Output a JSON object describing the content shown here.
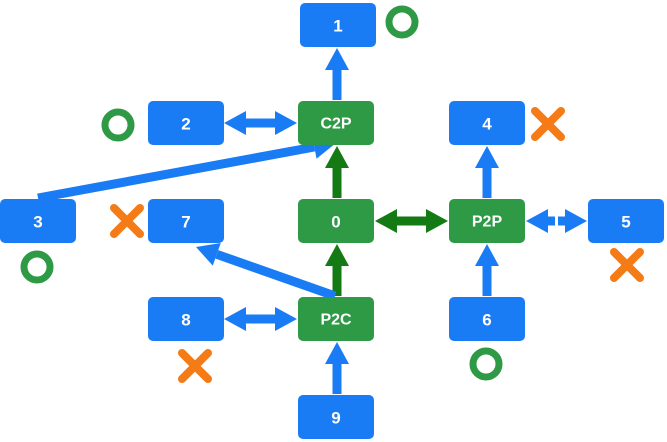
{
  "colors": {
    "blue_node": "#1a7cf5",
    "green_node": "#2e9a46",
    "blue_arrow": "#1a7cf5",
    "green_arrow": "#137a14",
    "accept_marker": "#2e9a46",
    "reject_marker": "#f57b16"
  },
  "nodes": [
    {
      "id": "1",
      "label": "1",
      "kind": "blue"
    },
    {
      "id": "2",
      "label": "2",
      "kind": "blue"
    },
    {
      "id": "C2P",
      "label": "C2P",
      "kind": "green"
    },
    {
      "id": "4",
      "label": "4",
      "kind": "blue"
    },
    {
      "id": "3",
      "label": "3",
      "kind": "blue"
    },
    {
      "id": "7",
      "label": "7",
      "kind": "blue"
    },
    {
      "id": "0",
      "label": "0",
      "kind": "green"
    },
    {
      "id": "P2P",
      "label": "P2P",
      "kind": "green"
    },
    {
      "id": "5",
      "label": "5",
      "kind": "blue"
    },
    {
      "id": "8",
      "label": "8",
      "kind": "blue"
    },
    {
      "id": "P2C",
      "label": "P2C",
      "kind": "green"
    },
    {
      "id": "6",
      "label": "6",
      "kind": "blue"
    },
    {
      "id": "9",
      "label": "9",
      "kind": "blue"
    }
  ],
  "edges": [
    {
      "from": "C2P",
      "to": "1",
      "style": "blue-arrow"
    },
    {
      "from": "2",
      "to": "C2P",
      "style": "blue-bidirectional"
    },
    {
      "from": "0",
      "to": "C2P",
      "style": "green-arrow"
    },
    {
      "from": "3",
      "to": "C2P",
      "style": "blue-arrow"
    },
    {
      "from": "0",
      "to": "P2P",
      "style": "green-bidirectional"
    },
    {
      "from": "P2P",
      "to": "4",
      "style": "blue-arrow"
    },
    {
      "from": "P2P",
      "to": "5",
      "style": "blue-bidirectional-dashed"
    },
    {
      "from": "6",
      "to": "P2P",
      "style": "blue-arrow"
    },
    {
      "from": "P2C",
      "to": "0",
      "style": "green-arrow"
    },
    {
      "from": "P2C",
      "to": "7",
      "style": "blue-arrow"
    },
    {
      "from": "8",
      "to": "P2C",
      "style": "blue-bidirectional"
    },
    {
      "from": "9",
      "to": "P2C",
      "style": "blue-arrow"
    }
  ],
  "markers": [
    {
      "node": "1",
      "type": "accept"
    },
    {
      "node": "2",
      "type": "accept"
    },
    {
      "node": "3",
      "type": "accept"
    },
    {
      "node": "6",
      "type": "accept"
    },
    {
      "node": "4",
      "type": "reject"
    },
    {
      "node": "5",
      "type": "reject"
    },
    {
      "node": "7",
      "type": "reject"
    },
    {
      "node": "8",
      "type": "reject"
    }
  ]
}
